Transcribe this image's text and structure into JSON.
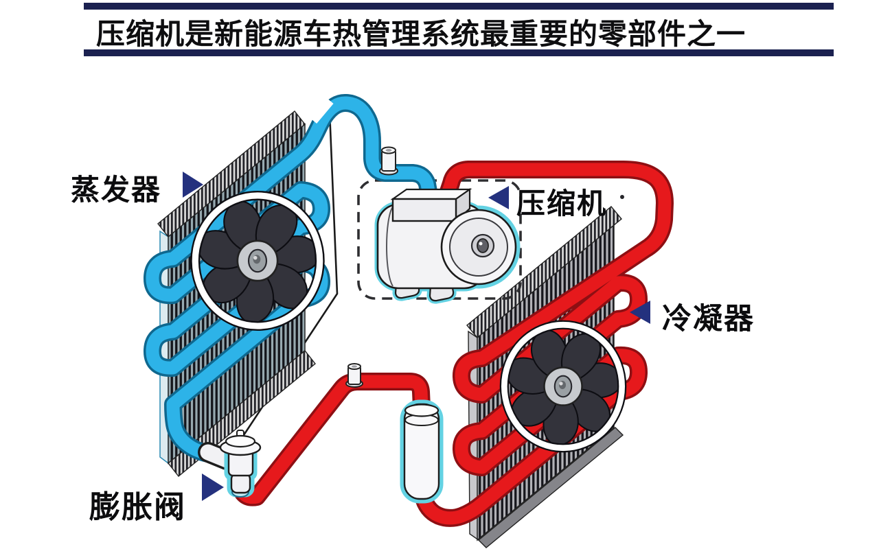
{
  "title": {
    "text": "压缩机是新能源车热管理系统最重要的零部件之一"
  },
  "labels": {
    "evaporator": "蒸发器",
    "compressor": "压缩机",
    "condenser": "冷凝器",
    "expansion_valve": "膨胀阀"
  },
  "icons": {
    "evaporator_pointer": "triangle-right-icon",
    "compressor_pointer": "triangle-left-icon",
    "condenser_pointer": "triangle-left-icon",
    "expansion_valve_pointer": "triangle-right-icon"
  },
  "colors": {
    "accent_navy": "#1b2150",
    "arrow_blue": "#24317e",
    "cold_pipe": "#2db3e8",
    "hot_pipe": "#e6191c"
  }
}
